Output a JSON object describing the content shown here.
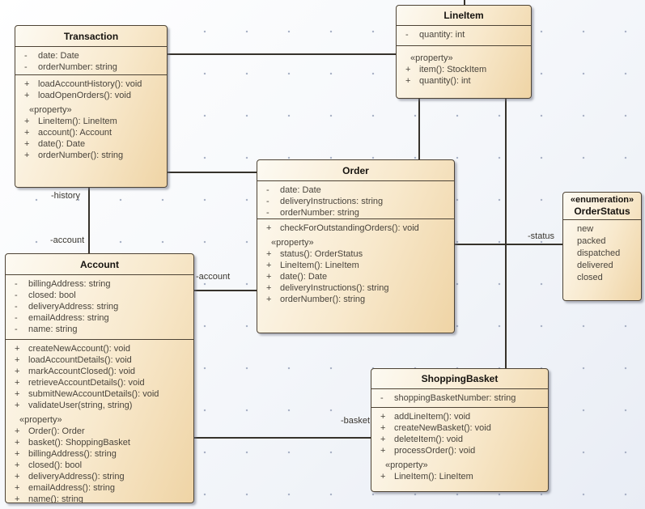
{
  "diagram": {
    "background_from": "#ffffff",
    "background_to": "#e9edf5",
    "grid_dot_color": "#a7b0c4",
    "box_fill_from": "#fdfaf2",
    "box_fill_to": "#efd4a5",
    "box_border_color": "#4d4335",
    "connector_color": "#36322b"
  },
  "classes": {
    "transaction": {
      "name": "Transaction",
      "attributes": [
        {
          "vis": "-",
          "text": "date: Date"
        },
        {
          "vis": "-",
          "text": "orderNumber: string"
        }
      ],
      "operations": [
        {
          "vis": "+",
          "text": "loadAccountHistory(): void"
        },
        {
          "vis": "+",
          "text": "loadOpenOrders(): void"
        },
        {
          "text": "«property»",
          "stereo": true
        },
        {
          "vis": "+",
          "text": "LineItem(): LineItem"
        },
        {
          "vis": "+",
          "text": "account(): Account"
        },
        {
          "vis": "+",
          "text": "date(): Date"
        },
        {
          "vis": "+",
          "text": "orderNumber(): string"
        }
      ]
    },
    "lineitem": {
      "name": "LineItem",
      "attributes": [
        {
          "vis": "-",
          "text": "quantity: int"
        }
      ],
      "operations": [
        {
          "text": "«property»",
          "stereo": true
        },
        {
          "vis": "+",
          "text": "item(): StockItem"
        },
        {
          "vis": "+",
          "text": "quantity(): int"
        }
      ]
    },
    "order": {
      "name": "Order",
      "attributes": [
        {
          "vis": "-",
          "text": "date: Date"
        },
        {
          "vis": "-",
          "text": "deliveryInstructions: string"
        },
        {
          "vis": "-",
          "text": "orderNumber: string"
        }
      ],
      "operations": [
        {
          "vis": "+",
          "text": "checkForOutstandingOrders(): void"
        },
        {
          "text": "«property»",
          "stereo": true
        },
        {
          "vis": "+",
          "text": "status(): OrderStatus"
        },
        {
          "vis": "+",
          "text": "LineItem(): LineItem"
        },
        {
          "vis": "+",
          "text": "date(): Date"
        },
        {
          "vis": "+",
          "text": "deliveryInstructions(): string"
        },
        {
          "vis": "+",
          "text": "orderNumber(): string"
        }
      ]
    },
    "account": {
      "name": "Account",
      "attributes": [
        {
          "vis": "-",
          "text": "billingAddress: string"
        },
        {
          "vis": "-",
          "text": "closed: bool"
        },
        {
          "vis": "-",
          "text": "deliveryAddress: string"
        },
        {
          "vis": "-",
          "text": "emailAddress: string"
        },
        {
          "vis": "-",
          "text": "name: string"
        }
      ],
      "operations": [
        {
          "vis": "+",
          "text": "createNewAccount(): void"
        },
        {
          "vis": "+",
          "text": "loadAccountDetails(): void"
        },
        {
          "vis": "+",
          "text": "markAccountClosed(): void"
        },
        {
          "vis": "+",
          "text": "retrieveAccountDetails(): void"
        },
        {
          "vis": "+",
          "text": "submitNewAccountDetails(): void"
        },
        {
          "vis": "+",
          "text": "validateUser(string, string)"
        },
        {
          "text": "«property»",
          "stereo": true
        },
        {
          "vis": "+",
          "text": "Order(): Order"
        },
        {
          "vis": "+",
          "text": "basket(): ShoppingBasket"
        },
        {
          "vis": "+",
          "text": "billingAddress(): string"
        },
        {
          "vis": "+",
          "text": "closed(): bool"
        },
        {
          "vis": "+",
          "text": "deliveryAddress(): string"
        },
        {
          "vis": "+",
          "text": "emailAddress(): string"
        },
        {
          "vis": "+",
          "text": "name(): string"
        }
      ]
    },
    "shoppingbasket": {
      "name": "ShoppingBasket",
      "attributes": [
        {
          "vis": "-",
          "text": "shoppingBasketNumber: string"
        }
      ],
      "operations": [
        {
          "vis": "+",
          "text": "addLineItem(): void"
        },
        {
          "vis": "+",
          "text": "createNewBasket(): void"
        },
        {
          "vis": "+",
          "text": "deleteItem(): void"
        },
        {
          "vis": "+",
          "text": "processOrder(): void"
        },
        {
          "text": "«property»",
          "stereo": true
        },
        {
          "vis": "+",
          "text": "LineItem(): LineItem"
        }
      ]
    },
    "orderstatus": {
      "stereotype": "«enumeration»",
      "name": "OrderStatus",
      "literals": [
        {
          "text": "new"
        },
        {
          "text": "packed"
        },
        {
          "text": "dispatched"
        },
        {
          "text": "delivered"
        },
        {
          "text": "closed"
        }
      ]
    }
  },
  "connectors": {
    "history_label": "-history",
    "account_label": "-account",
    "account_order_label": "-account",
    "basket_label": "-basket",
    "status_label": "-status"
  }
}
